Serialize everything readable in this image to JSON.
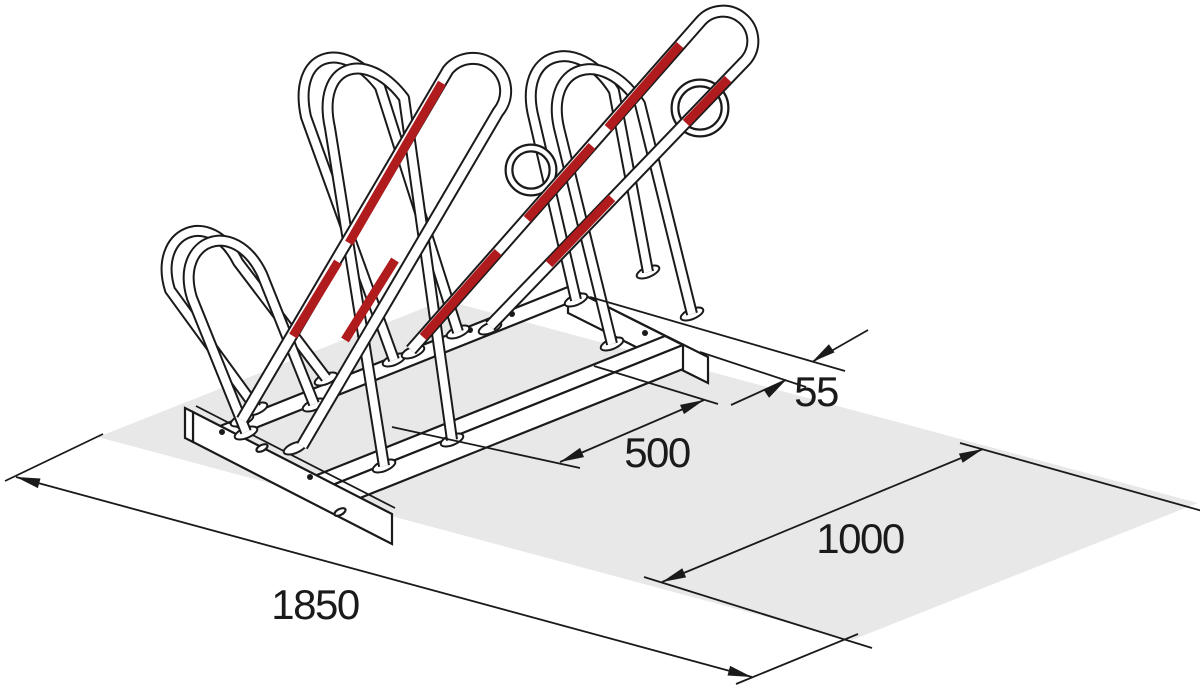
{
  "illustration": {
    "kind": "bicycle-rack-isometric-technical-drawing",
    "colors": {
      "line": "#1a1a1a",
      "accent_red": "#b01b1e",
      "floor_gray": "#e8e8e8",
      "background": "#ffffff"
    },
    "dimensions": {
      "dim_55": "55",
      "dim_500": "500",
      "dim_1000": "1000",
      "dim_1850": "1850"
    }
  }
}
